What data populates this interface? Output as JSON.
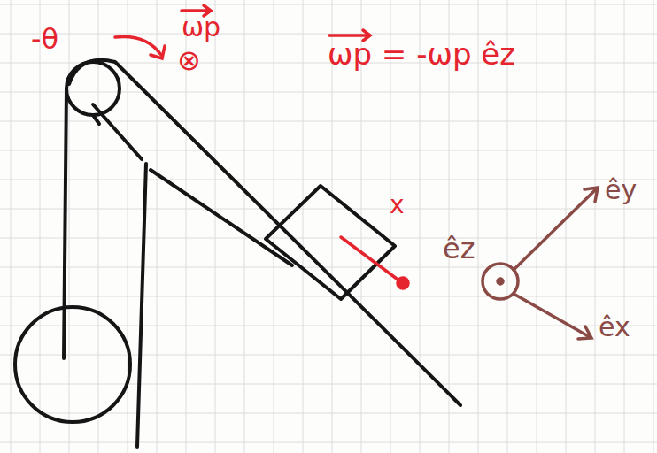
{
  "diagram": {
    "labels": [
      "-θ",
      "ωp",
      "⊗",
      "ωp = -ωp êz",
      "x",
      "êz",
      "êy",
      "êx"
    ]
  }
}
